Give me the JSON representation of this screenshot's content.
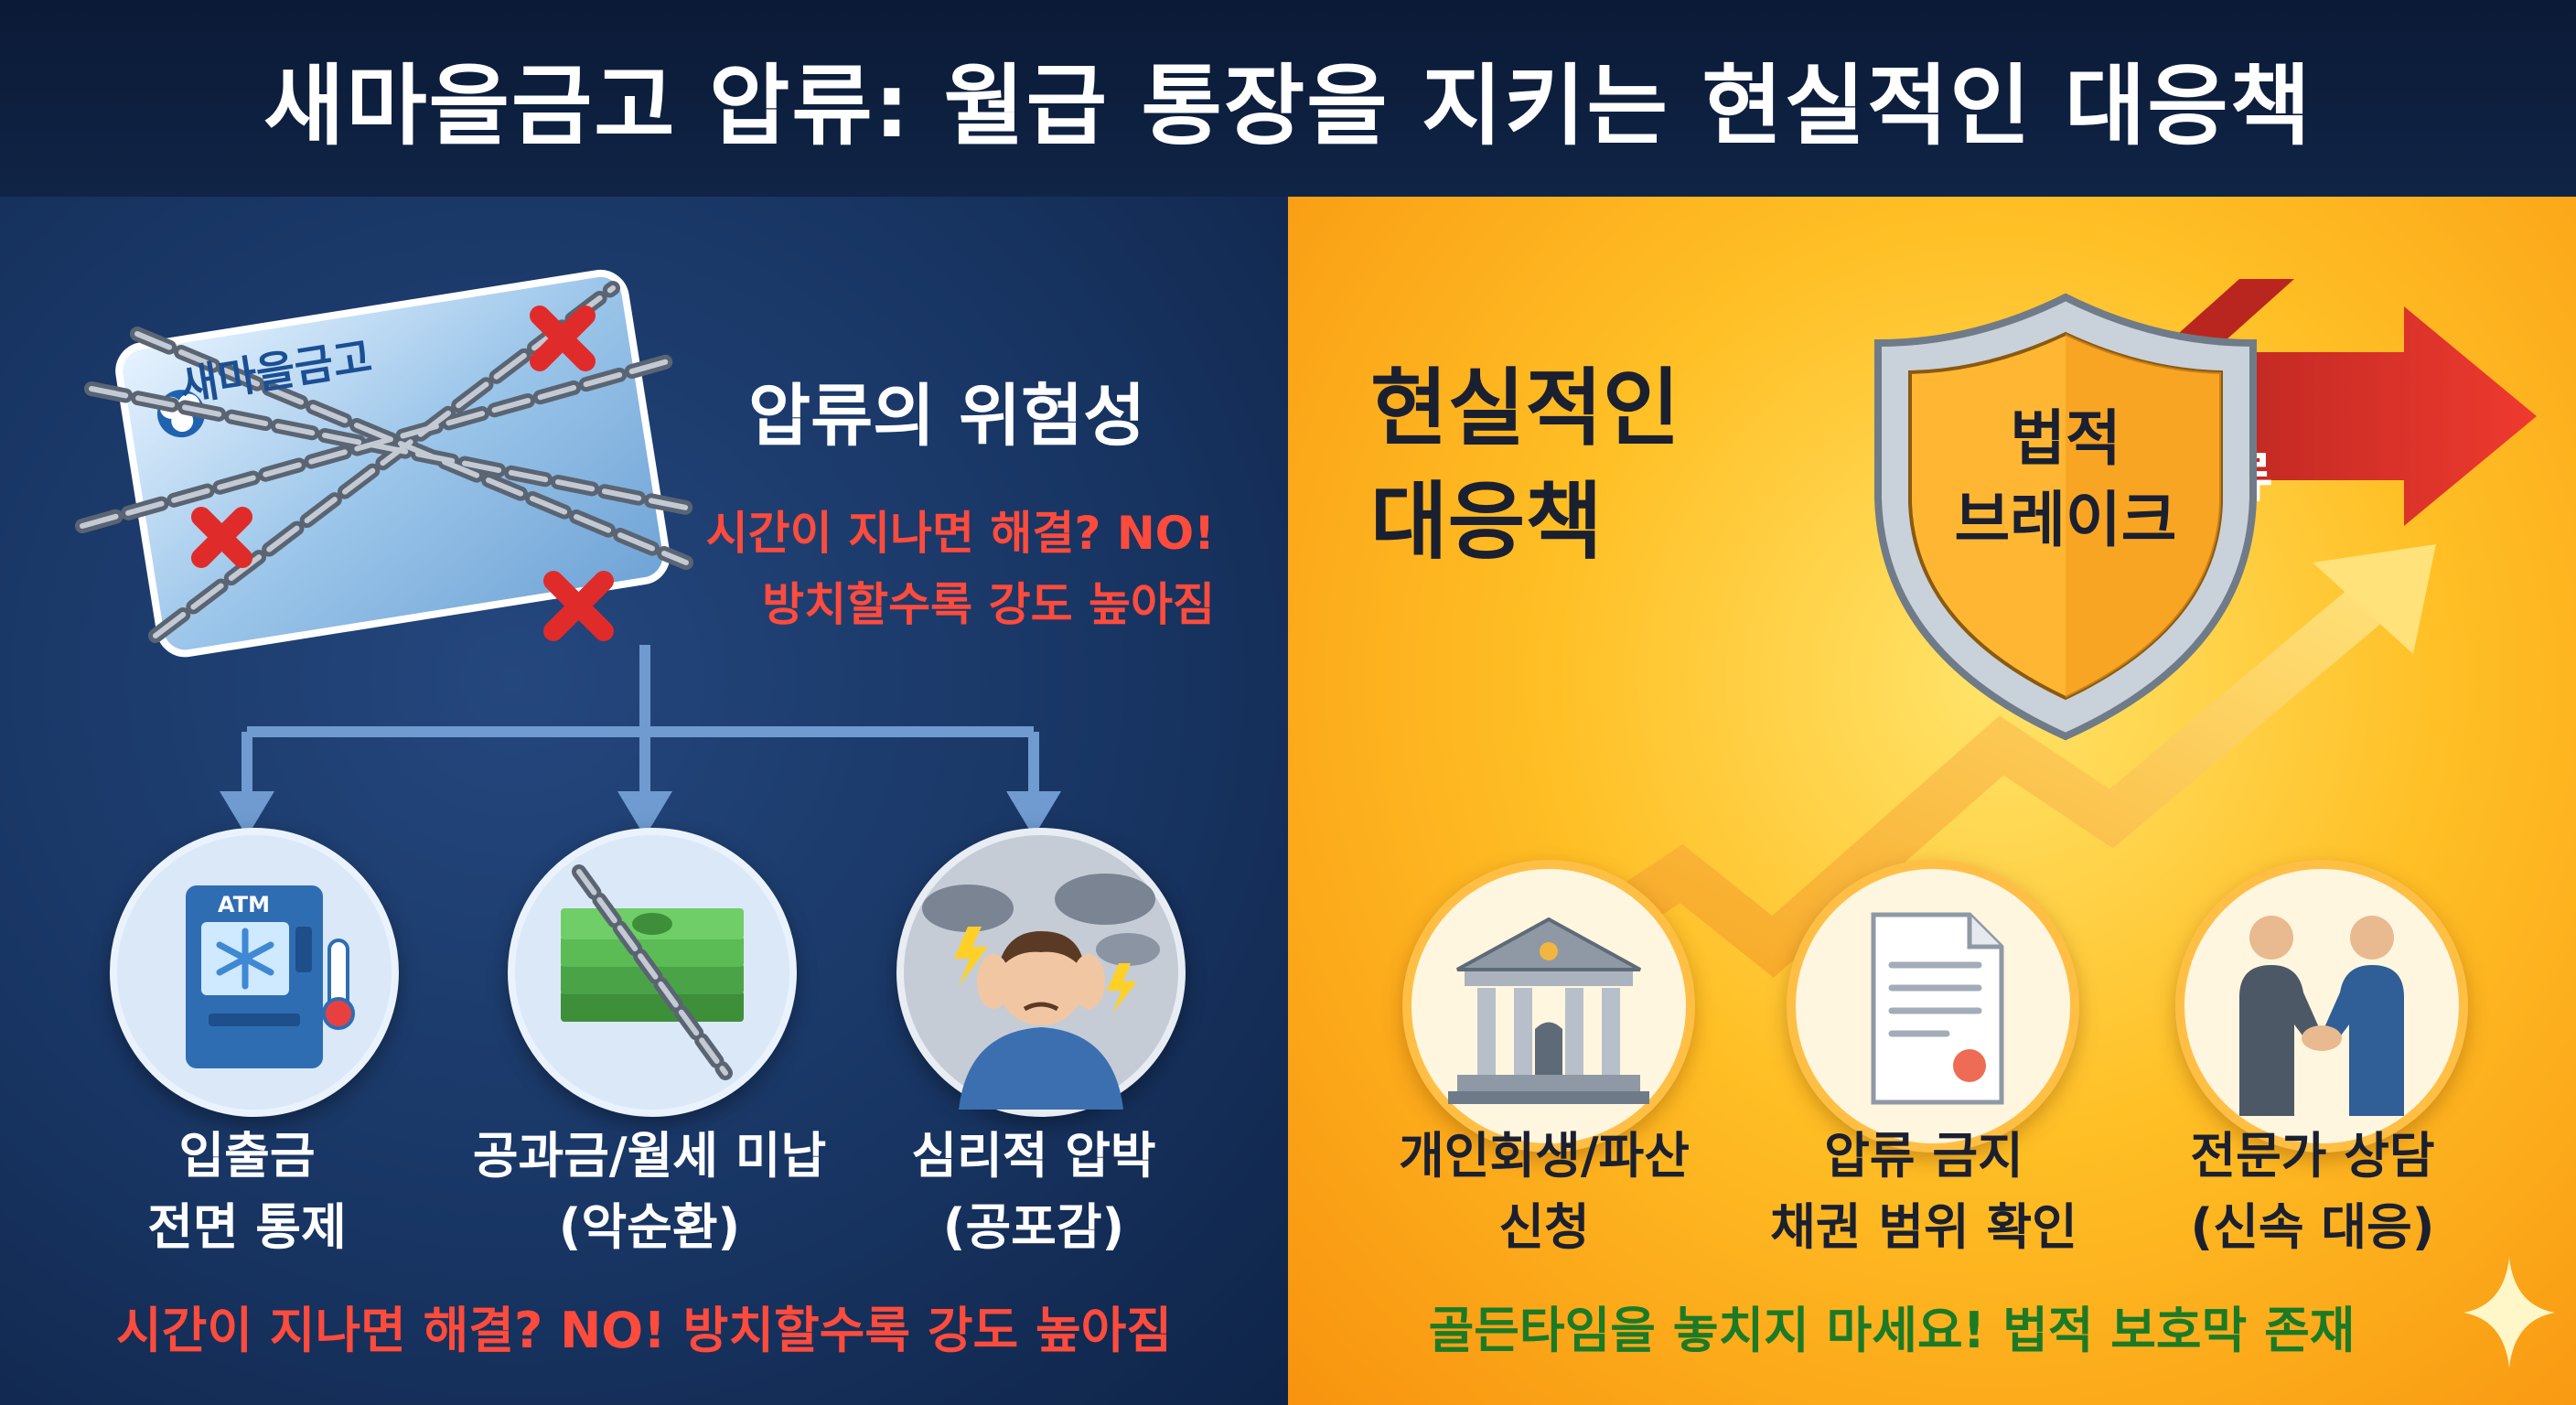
{
  "header": {
    "title": "새마을금고 압류: 월급 통장을 지키는 현실적인 대응책"
  },
  "left": {
    "card_brand": "새마을금고",
    "section_title": "압류의 위험성",
    "warning_line1": "시간이 지나면 해결? NO!",
    "warning_line2": "방치할수록 강도 높아짐",
    "atm_label": "ATM",
    "items": [
      {
        "line1": "입출금",
        "line2": "전면 통제",
        "icon": "frozen-atm-icon"
      },
      {
        "line1": "공과금/월세 미납",
        "line2": "(악순환)",
        "icon": "chained-money-icon"
      },
      {
        "line1": "심리적 압박",
        "line2": "(공포감)",
        "icon": "stressed-person-icon"
      }
    ],
    "footer": "시간이 지나면 해결? NO! 방치할수록 강도 높아짐"
  },
  "right": {
    "section_title_line1": "현실적인",
    "section_title_line2": "대응책",
    "shield_line1": "법적",
    "shield_line2": "브레이크",
    "arrow_label": "압류",
    "items": [
      {
        "line1": "개인회생/파산",
        "line2": "신청",
        "icon": "courthouse-icon"
      },
      {
        "line1": "압류 금지",
        "line2": "채권 범위 확인",
        "icon": "document-icon"
      },
      {
        "line1": "전문가 상담",
        "line2": "(신속 대응)",
        "icon": "handshake-icon"
      }
    ],
    "footer": "골든타임을 놓치지 마세요! 법적 보호막 존재"
  },
  "colors": {
    "navy": "#183563",
    "orange": "#ffbf25",
    "warning_red": "#ff4b3c",
    "footer_green": "#1c7a26",
    "arrow_red": "#e0302a"
  }
}
